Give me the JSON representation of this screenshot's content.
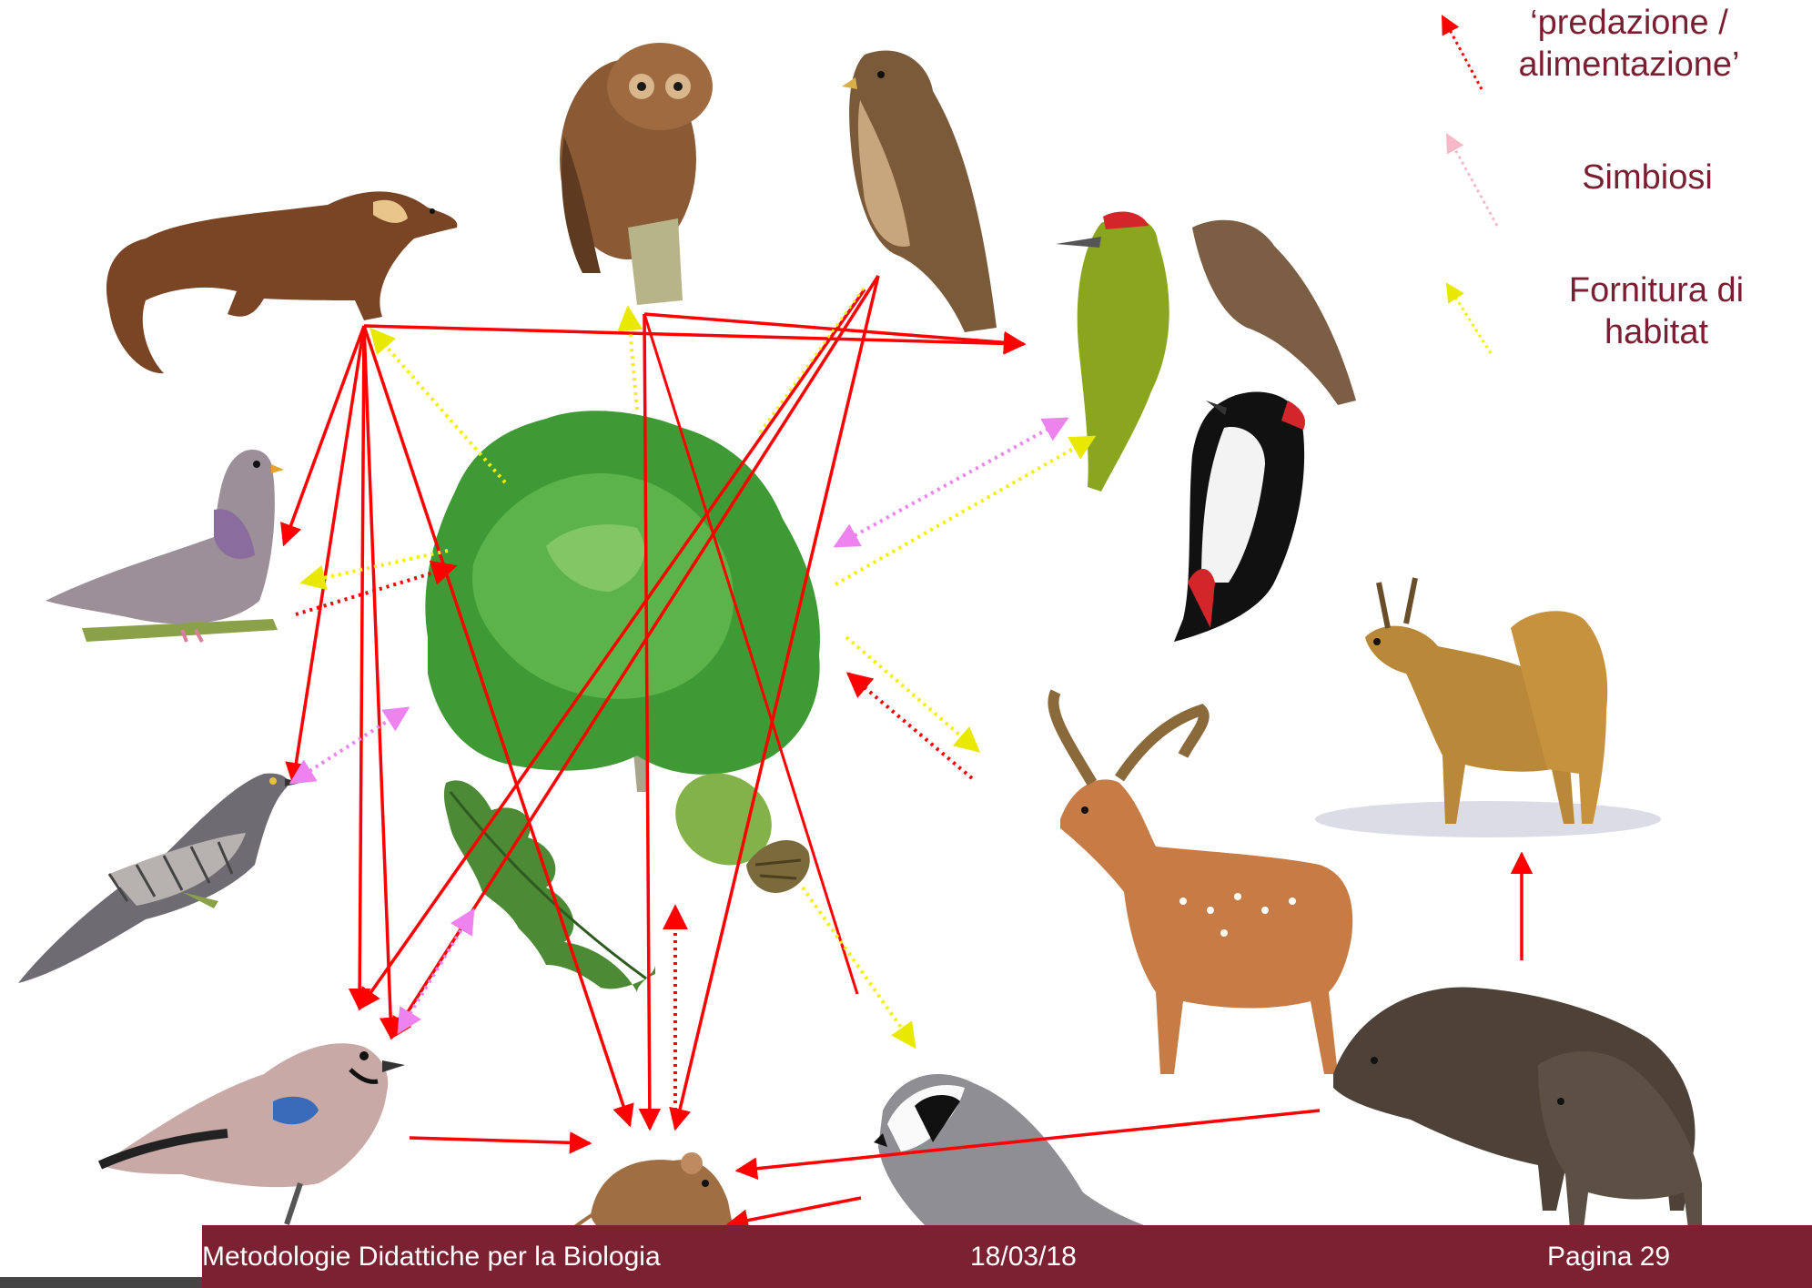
{
  "legend": {
    "predation": [
      "‘predazione /",
      "alimentazione’"
    ],
    "symbiosis": "Simbiosi",
    "habitat": [
      "Fornitura di",
      "habitat"
    ]
  },
  "colors": {
    "predation": "#ff0000",
    "symbiosis": "#ee82ee",
    "habitat": "#ffff00",
    "legend_text": "#7a1f32",
    "footer_bar": "#7b2131",
    "tree_crown": "#3f9a35",
    "tree_trunk": "#a8a58c"
  },
  "footer": {
    "left_text": "Metodologie Didattiche per la Biologia",
    "center_text": "18/03/18",
    "right_text": "Pagina 29"
  },
  "nodes": [
    {
      "id": "marten",
      "icon": "pine-marten-icon"
    },
    {
      "id": "tawny-owl",
      "icon": "tawny-owl-icon"
    },
    {
      "id": "buzzard",
      "icon": "buzzard-icon"
    },
    {
      "id": "woodpeckers",
      "icon": "woodpeckers-icon"
    },
    {
      "id": "wood-pigeon",
      "icon": "wood-pigeon-icon"
    },
    {
      "id": "oak-tree",
      "icon": "oak-tree-icon"
    },
    {
      "id": "oak-leaf",
      "icon": "oak-leaf-icon"
    },
    {
      "id": "acorn",
      "icon": "acorn-icon"
    },
    {
      "id": "cuckoo",
      "icon": "cuckoo-icon"
    },
    {
      "id": "jay",
      "icon": "jay-icon"
    },
    {
      "id": "wood-mouse",
      "icon": "wood-mouse-icon"
    },
    {
      "id": "badger",
      "icon": "badger-icon"
    },
    {
      "id": "fallow-deer",
      "icon": "fallow-deer-icon"
    },
    {
      "id": "roe-deer",
      "icon": "roe-deer-icon"
    },
    {
      "id": "wild-boar",
      "icon": "wild-boar-icon"
    }
  ]
}
